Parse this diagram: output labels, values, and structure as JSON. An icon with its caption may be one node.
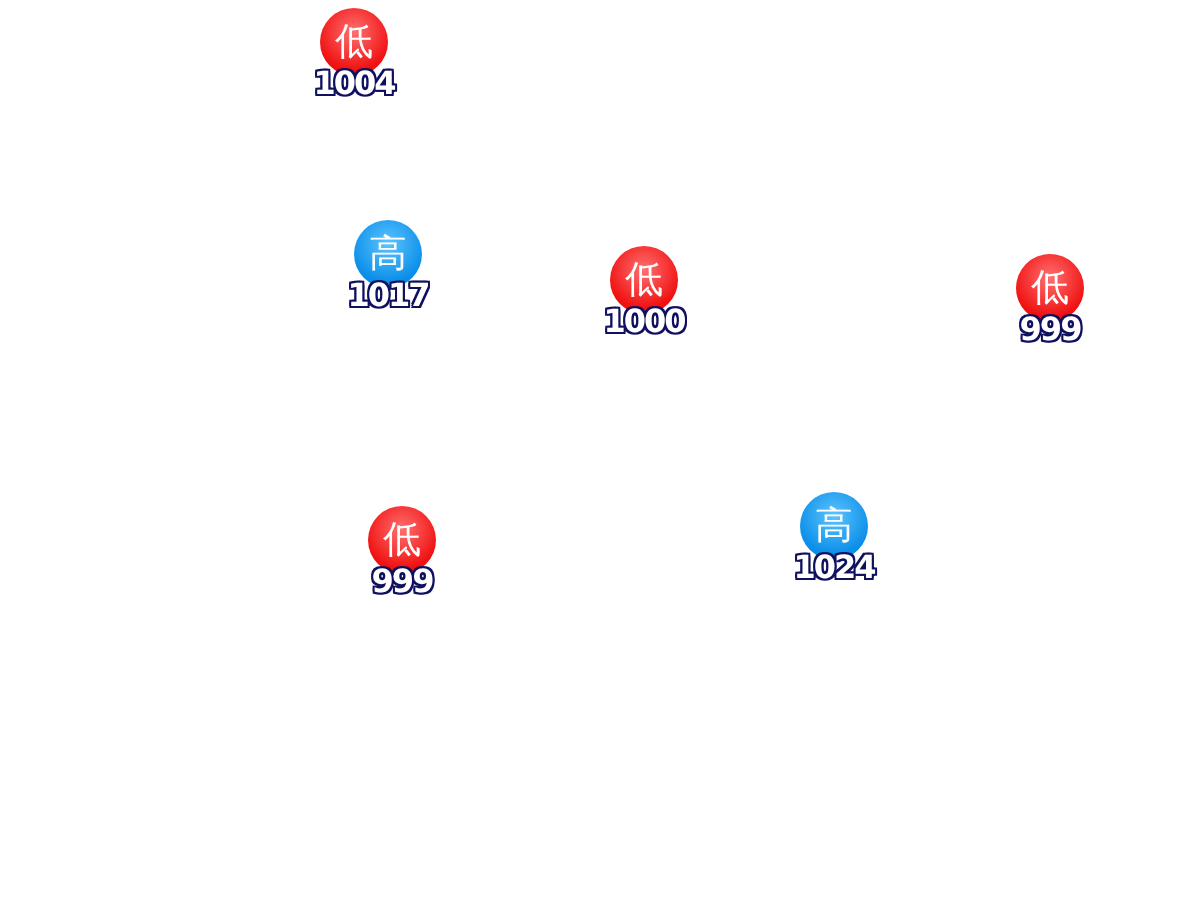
{
  "diagram": {
    "nodes": [
      {
        "text": [
          "低"
        ],
        "beside": [
          "1004"
        ]
      },
      {
        "text": [
          "高"
        ],
        "beside": [
          "1017"
        ]
      },
      {
        "text": [
          "低"
        ],
        "beside": [
          "1000"
        ]
      },
      {
        "text": [
          "低"
        ],
        "beside": [
          "999"
        ]
      },
      {
        "text": [
          "低"
        ],
        "beside": [
          "999"
        ]
      },
      {
        "text": [
          "高"
        ],
        "beside": [
          "1024"
        ]
      }
    ]
  }
}
